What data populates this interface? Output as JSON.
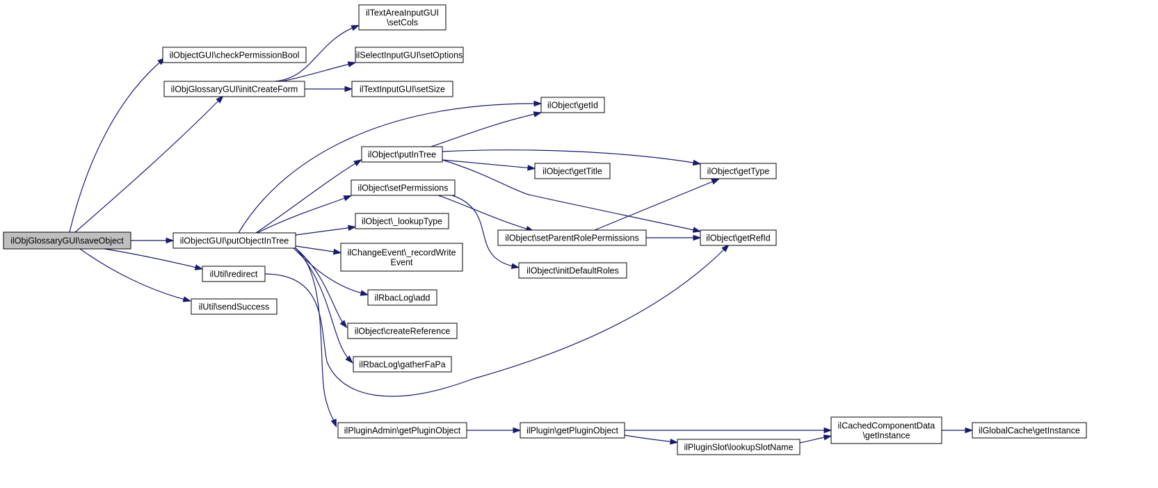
{
  "diagram": {
    "nodes": [
      {
        "id": "root",
        "lines": [
          "ilObjGlossaryGUI\\saveObject"
        ],
        "root": true
      },
      {
        "id": "chkperm",
        "lines": [
          "ilObjectGUI\\checkPermissionBool"
        ]
      },
      {
        "id": "initcf",
        "lines": [
          "ilObjGlossaryGUI\\initCreateForm"
        ]
      },
      {
        "id": "tasc",
        "lines": [
          "ilTextAreaInputGUI",
          "\\setCols"
        ]
      },
      {
        "id": "selopt",
        "lines": [
          "ilSelectInputGUI\\setOptions"
        ]
      },
      {
        "id": "txtsz",
        "lines": [
          "ilTextInputGUI\\setSize"
        ]
      },
      {
        "id": "putobj",
        "lines": [
          "ilObjectGUI\\putObjectInTree"
        ]
      },
      {
        "id": "redir",
        "lines": [
          "ilUtil\\redirect"
        ]
      },
      {
        "id": "sendok",
        "lines": [
          "ilUtil\\sendSuccess"
        ]
      },
      {
        "id": "getid",
        "lines": [
          "ilObject\\getId"
        ]
      },
      {
        "id": "putin",
        "lines": [
          "ilObject\\putInTree"
        ]
      },
      {
        "id": "gettitle",
        "lines": [
          "ilObject\\getTitle"
        ]
      },
      {
        "id": "gettype",
        "lines": [
          "ilObject\\getType"
        ]
      },
      {
        "id": "setperm",
        "lines": [
          "ilObject\\setPermissions"
        ]
      },
      {
        "id": "lookup",
        "lines": [
          "ilObject\\_lookupType"
        ]
      },
      {
        "id": "setprp",
        "lines": [
          "ilObject\\setParentRolePermissions"
        ]
      },
      {
        "id": "getref",
        "lines": [
          "ilObject\\getRefId"
        ]
      },
      {
        "id": "chgev",
        "lines": [
          "ilChangeEvent\\_recordWrite",
          "Event"
        ]
      },
      {
        "id": "initdr",
        "lines": [
          "ilObject\\initDefaultRoles"
        ]
      },
      {
        "id": "rbadd",
        "lines": [
          "ilRbacLog\\add"
        ]
      },
      {
        "id": "createref",
        "lines": [
          "ilObject\\createReference"
        ]
      },
      {
        "id": "gather",
        "lines": [
          "ilRbacLog\\gatherFaPa"
        ]
      },
      {
        "id": "padmin",
        "lines": [
          "ilPluginAdmin\\getPluginObject"
        ]
      },
      {
        "id": "pobj",
        "lines": [
          "ilPlugin\\getPluginObject"
        ]
      },
      {
        "id": "ccd",
        "lines": [
          "ilCachedComponentData",
          "\\getInstance"
        ]
      },
      {
        "id": "gcache",
        "lines": [
          "ilGlobalCache\\getInstance"
        ]
      },
      {
        "id": "pslot",
        "lines": [
          "ilPluginSlot\\lookupSlotName"
        ]
      }
    ],
    "edges": [
      {
        "from": "root",
        "to": "chkperm"
      },
      {
        "from": "root",
        "to": "initcf"
      },
      {
        "from": "root",
        "to": "putobj"
      },
      {
        "from": "root",
        "to": "redir"
      },
      {
        "from": "root",
        "to": "sendok"
      },
      {
        "from": "initcf",
        "to": "tasc"
      },
      {
        "from": "initcf",
        "to": "selopt"
      },
      {
        "from": "initcf",
        "to": "txtsz"
      },
      {
        "from": "putobj",
        "to": "getid"
      },
      {
        "from": "putobj",
        "to": "putin"
      },
      {
        "from": "putobj",
        "to": "setperm"
      },
      {
        "from": "putobj",
        "to": "lookup"
      },
      {
        "from": "putobj",
        "to": "chgev"
      },
      {
        "from": "putobj",
        "to": "rbadd"
      },
      {
        "from": "putobj",
        "to": "createref"
      },
      {
        "from": "putobj",
        "to": "gather"
      },
      {
        "from": "putobj",
        "to": "padmin"
      },
      {
        "from": "putin",
        "to": "getid"
      },
      {
        "from": "putin",
        "to": "gettitle"
      },
      {
        "from": "putin",
        "to": "gettype"
      },
      {
        "from": "putin",
        "to": "getref"
      },
      {
        "from": "setperm",
        "to": "setprp"
      },
      {
        "from": "setperm",
        "to": "initdr"
      },
      {
        "from": "setprp",
        "to": "gettype"
      },
      {
        "from": "setprp",
        "to": "getref"
      },
      {
        "from": "redir",
        "to": "getref"
      },
      {
        "from": "padmin",
        "to": "pobj"
      },
      {
        "from": "pobj",
        "to": "ccd"
      },
      {
        "from": "pobj",
        "to": "pslot"
      },
      {
        "from": "pslot",
        "to": "ccd"
      },
      {
        "from": "ccd",
        "to": "gcache"
      }
    ]
  }
}
